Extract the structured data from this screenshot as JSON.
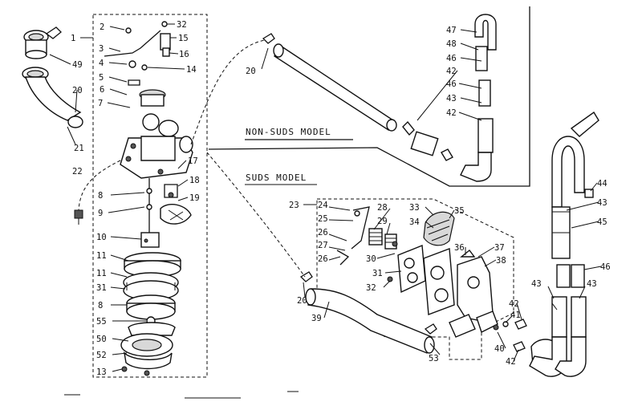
{
  "models": {
    "non_suds": "NON-SUDS MODEL",
    "suds": "SUDS MODEL"
  },
  "callouts": {
    "c1": "1",
    "c2": "2",
    "c3": "3",
    "c4": "4",
    "c5": "5",
    "c6": "6",
    "c7": "7",
    "c8a": "8",
    "c8b": "8",
    "c8c": "8",
    "c9": "9",
    "c10": "10",
    "c11a": "11",
    "c11b": "11",
    "c13": "13",
    "c14": "14",
    "c15": "15",
    "c16": "16",
    "c17": "17",
    "c18": "18",
    "c19": "19",
    "c20a": "20",
    "c20b": "20",
    "c20c": "20",
    "c21": "21",
    "c22": "22",
    "c23": "23",
    "c24": "24",
    "c25": "25",
    "c26a": "26",
    "c26b": "26",
    "c27": "27",
    "c28": "28",
    "c29": "29",
    "c30": "30",
    "c31": "31",
    "c32a": "32",
    "c32b": "32",
    "c33": "33",
    "c34": "34",
    "c35": "35",
    "c36": "36",
    "c37": "37",
    "c38": "38",
    "c39": "39",
    "c40": "40",
    "c41": "41",
    "c42a": "42",
    "c42b": "42",
    "c42c": "42",
    "c42d": "42",
    "c43a": "43",
    "c43b": "43",
    "c43c": "43",
    "c43d": "43",
    "c44": "44",
    "c45": "45",
    "c46a": "46",
    "c46b": "46",
    "c46c": "46",
    "c47": "47",
    "c48": "48",
    "c49": "49",
    "c50": "50",
    "c52": "52",
    "c53": "53",
    "c55": "55"
  }
}
